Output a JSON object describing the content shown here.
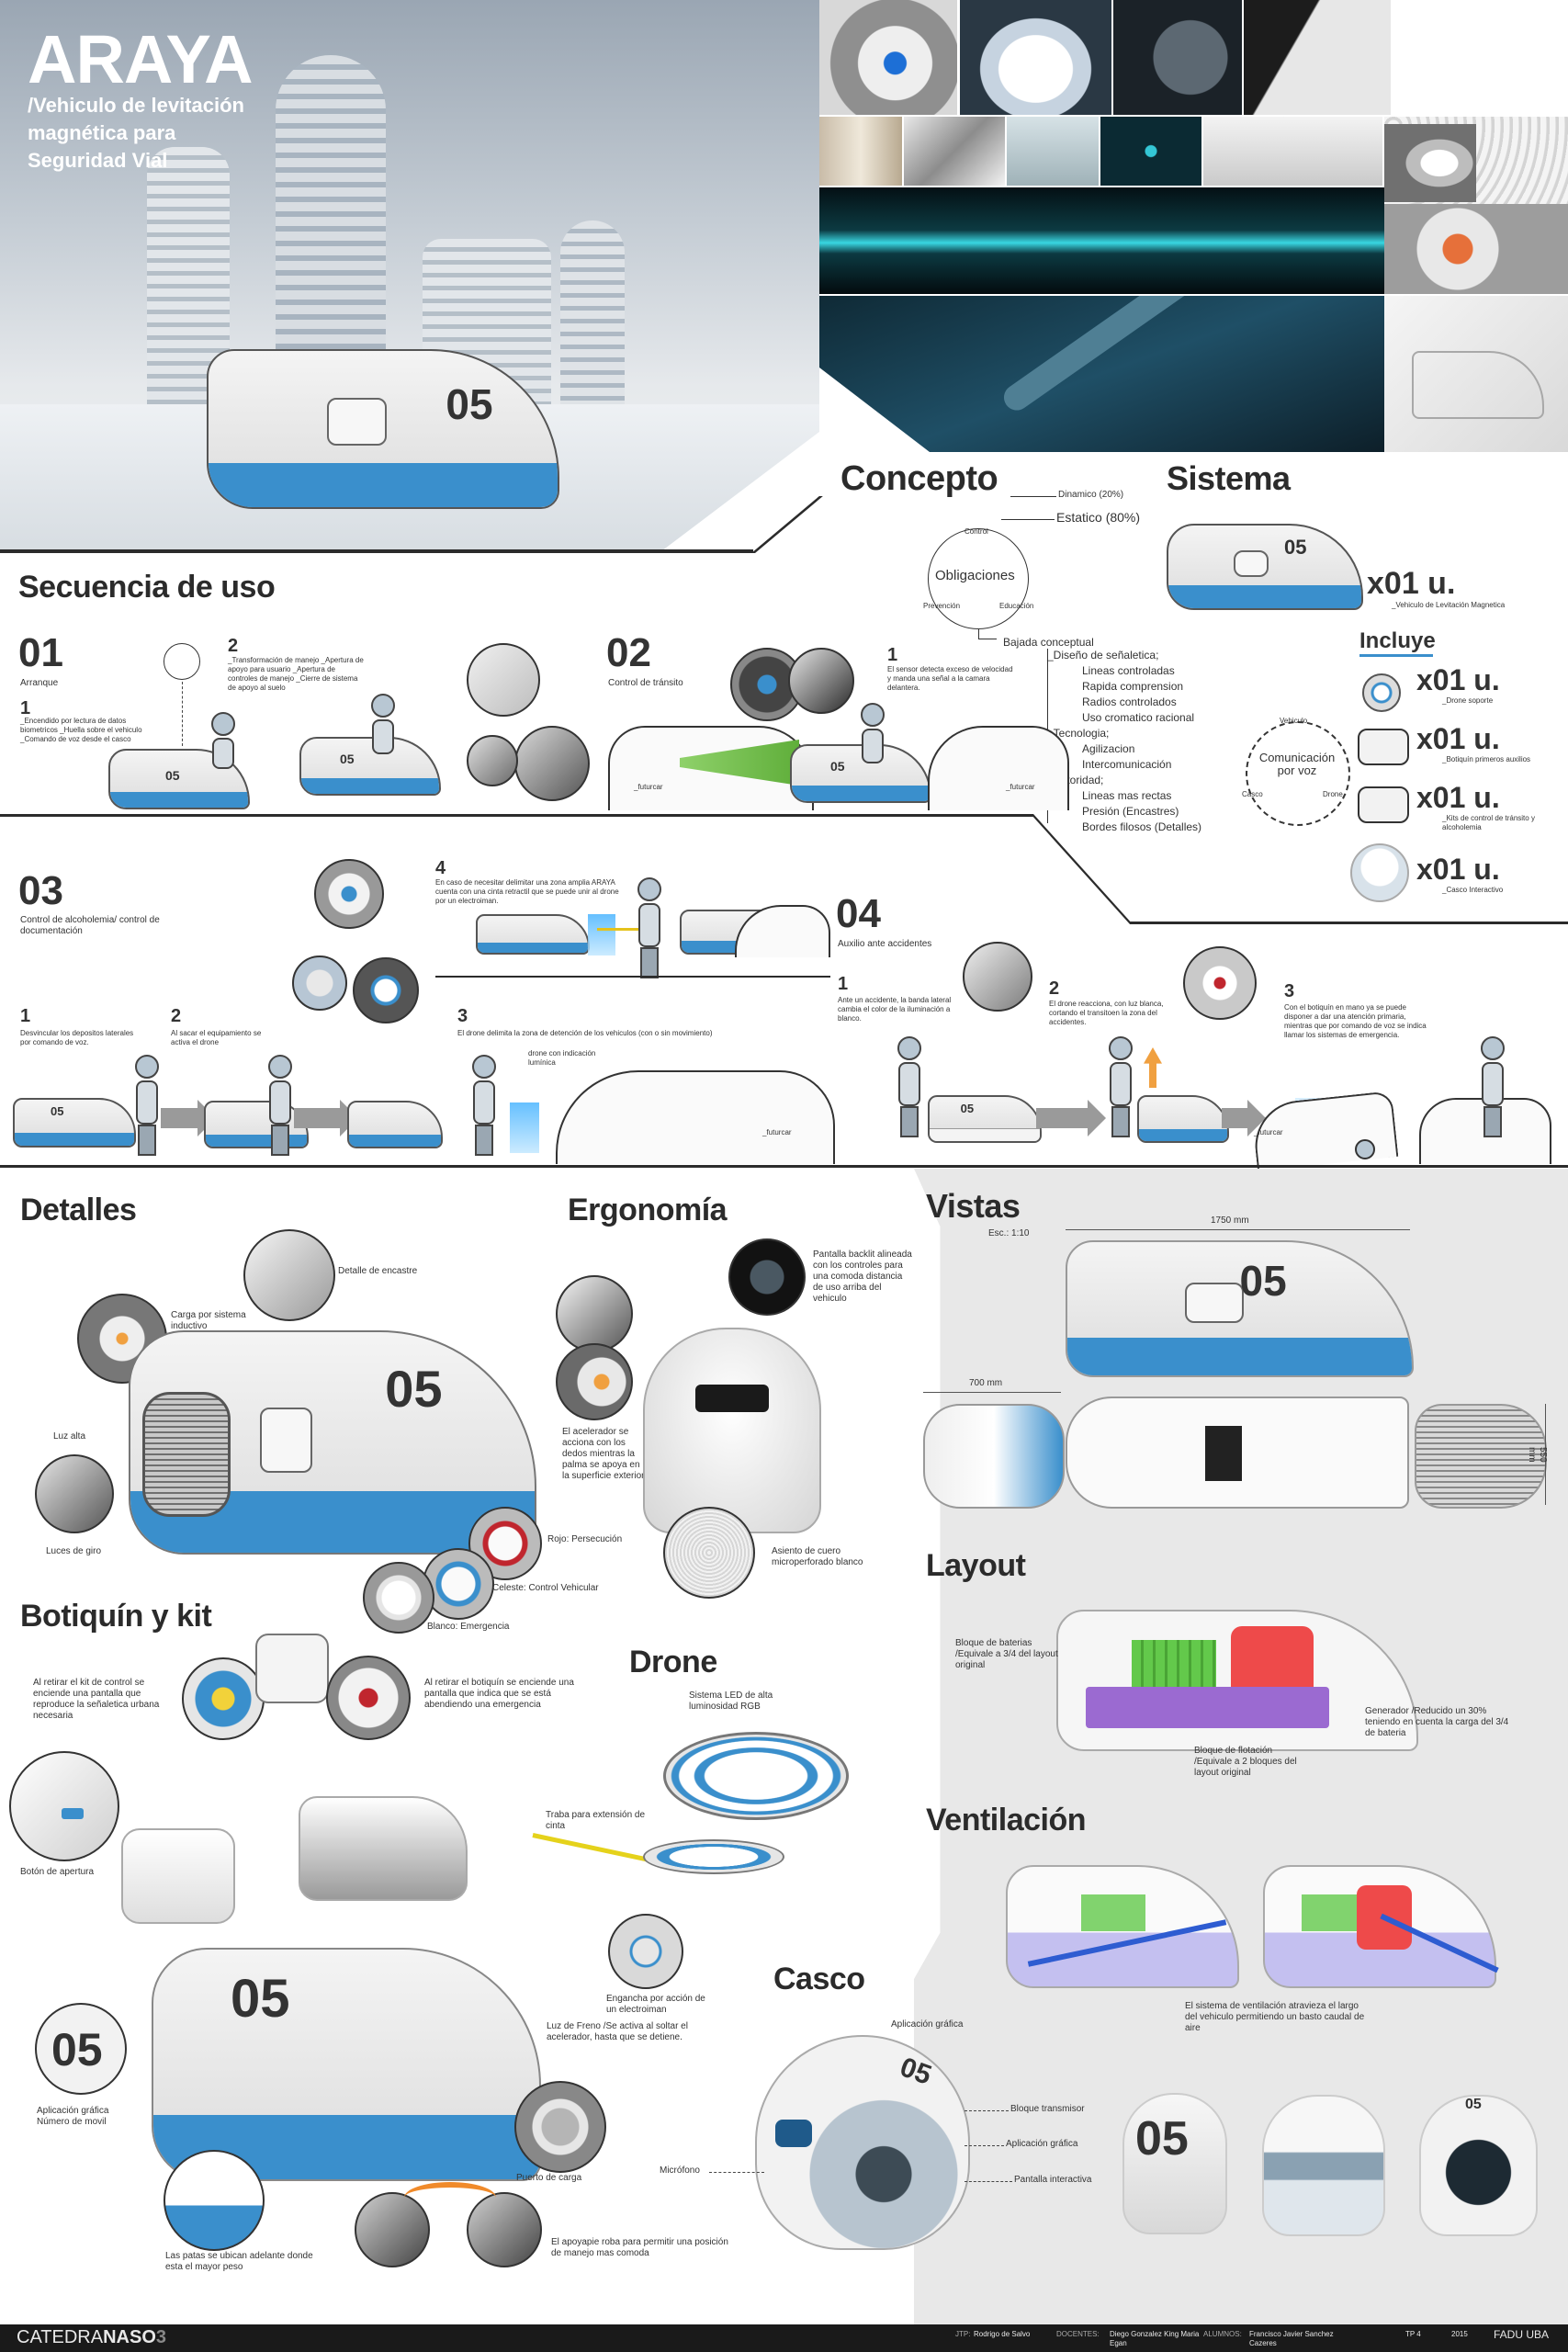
{
  "hero": {
    "title": "ARAYA",
    "subtitle": "/Vehiculo de levitación magnética para Seguridad Vial",
    "pod_number": "05"
  },
  "concepto": {
    "title": "Concepto",
    "center": "Obligaciones",
    "control": "Control",
    "prevencion": "Prevención",
    "educacion": "Educación",
    "dinamico": "Dinamico (20%)",
    "estatico": "Estatico (80%)",
    "bajada": "Bajada conceptual",
    "lines": [
      "_Diseño de señaletica;",
      "Lineas controladas",
      "Rapida comprension",
      "Radios controlados",
      "Uso cromatico racional",
      "_Tecnologia;",
      "Agilizacion",
      "Intercomunicación",
      "_Autoridad;",
      "Lineas mas rectas",
      "Presión (Encastres)",
      "Bordes filosos (Detalles)"
    ]
  },
  "sistema": {
    "title": "Sistema",
    "main_qty": "x01 u.",
    "main_desc": "_Vehiculo de Levitación Magnetica",
    "incluye": "Incluye",
    "items": [
      {
        "qty": "x01 u.",
        "desc": "_Drone soporte"
      },
      {
        "qty": "x01 u.",
        "desc": "_Botiquín primeros auxilios"
      },
      {
        "qty": "x01 u.",
        "desc": "_Kits de control de tránsito y alcoholemia"
      },
      {
        "qty": "x01 u.",
        "desc": "_Casco Interactivo"
      }
    ],
    "comunicacion": "Comunicación por voz",
    "vehiculo": "Vehiculo",
    "casco": "Casco",
    "drone": "Drone"
  },
  "secuencia": {
    "title": "Secuencia de uso",
    "s01_num": "01",
    "s01_label": "Arranque",
    "s01_step1": "1",
    "s01_text": "_Encendido por lectura de datos biometricos _Huella sobre el vehiculo _Comando de voz desde el casco",
    "s01_step2": "2",
    "s01_text2": "_Transformación de manejo _Apertura de apoyo para usuario _Apertura de controles de manejo _Cierre de sistema de apoyo al suelo",
    "s02_num": "02",
    "s02_label": "Control de tránsito",
    "s02_step1": "1",
    "s02_text": "El sensor detecta exceso de velocidad y manda una señal a la camara delantera.",
    "s03_num": "03",
    "s03_label": "Control de alcoholemia/ control de documentación",
    "s03_step1": "1",
    "s03_text1": "Desvincular los depositos laterales por comando de voz.",
    "s03_step2": "2",
    "s03_text2": "Al sacar el equipamiento se activa el drone",
    "s03_step3": "3",
    "s03_text3": "El drone delimita la zona de detención de los vehiculos (con o sin movimiento)",
    "s03_step4": "4",
    "s03_text4": "En caso de necesitar delimitar una zona amplia ARAYA cuenta con una cinta retractil que se puede unir al drone por un electroiman.",
    "drone_ind": "drone con indicación lumínica",
    "s04_num": "04",
    "s04_label": "Auxilio ante accidentes",
    "s04_step1": "1",
    "s04_text1": "Ante un accidente, la banda lateral cambia el color de la iluminación a blanco.",
    "s04_step2": "2",
    "s04_text2": "El drone reacciona, con luz blanca, cortando el transitoen la zona del accidentes.",
    "s04_step3": "3",
    "s04_text3": "Con el botiquín en mano ya se puede disponer a dar una atención primaria, mientras que por comando de voz se indica llamar los sistemas de emergencia.",
    "car_brand": "_futurcar"
  },
  "detalles": {
    "title": "Detalles",
    "encastre": "Detalle de encastre",
    "carga": "Carga por sistema inductivo",
    "luz_alta": "Luz alta",
    "luces_giro": "Luces de giro",
    "rojo": "Rojo: Persecución",
    "celeste": "Celeste: Control Vehicular",
    "blanco": "Blanco: Emergencia"
  },
  "ergonomia": {
    "title": "Ergonomía",
    "pantalla": "Pantalla backlit alineada con los controles para una comoda distancia de uso arriba del vehiculo",
    "acelerador": "El acelerador se acciona con los dedos mientras la palma se apoya en la superficie exterior",
    "asiento": "Asiento de cuero microperforado blanco"
  },
  "botiquin": {
    "title": "Botiquín y kit",
    "kit_text": "Al retirar el kit de control se enciende una pantalla que reproduce la señaletica urbana necesaria",
    "bot_text": "Al retirar el botiquín se enciende una pantalla que indica que se está abendiendo una emergencia",
    "boton": "Botón de apertura",
    "aplicacion": "Aplicación gráfica Número de movil",
    "luz_freno": "Luz de Freno /Se activa al soltar el acelerador, hasta que se detiene.",
    "traba": "Traba para extensión de cinta",
    "engancha": "Engancha por acción de un electroiman",
    "puerto": "Puerto de carga",
    "patas": "Las patas se ubican adelante donde esta el mayor peso",
    "apoyapie": "El apoyapie roba para permitir una posición de manejo mas comoda"
  },
  "drone": {
    "title": "Drone",
    "led": "Sistema LED de alta luminosidad RGB"
  },
  "casco": {
    "title": "Casco",
    "aplicacion": "Aplicación gráfica",
    "bloque": "Bloque transmisor",
    "aplicacion2": "Aplicación gráfica",
    "pantalla": "Pantalla interactiva",
    "microfono": "Micrófono"
  },
  "vistas": {
    "title": "Vistas",
    "escala": "Esc.: 1:10",
    "dim_length": "1750 mm",
    "dim_width": "700 mm",
    "dim_height": "550 mm"
  },
  "layout": {
    "title": "Layout",
    "baterias": "Bloque de baterias /Equivale a 3/4 del layout original",
    "flotacion": "Bloque de flotación /Equivale a 2 bloques del layout original",
    "generador": "Generador /Reducido un 30% teniendo en cuenta la carga del 3/4 de bateria"
  },
  "ventilacion": {
    "title": "Ventilación",
    "text": "El sistema de ventilación atravieza el largo del vehiculo permitiendo un basto caudal de aire"
  },
  "footer": {
    "catedra": "CATEDRA",
    "naso": "NASO",
    "num": "3",
    "jtp_label": "JTP:",
    "jtp": "Rodrigo de Salvo",
    "docentes_label": "DOCENTES:",
    "docentes": "Diego Gonzalez King Maria Egan",
    "alumnos_label": "ALUMNOS:",
    "alumnos": "Francisco Javier Sanchez Cazeres",
    "tp": "TP 4",
    "year": "2015",
    "fadu": "FADU",
    "uba": "UBA"
  },
  "colors": {
    "accent_blue": "#3a8fcc",
    "dark": "#2b2b2b",
    "panel_grey": "#e8e8e8",
    "red": "#c0262e",
    "green": "#55c247"
  }
}
